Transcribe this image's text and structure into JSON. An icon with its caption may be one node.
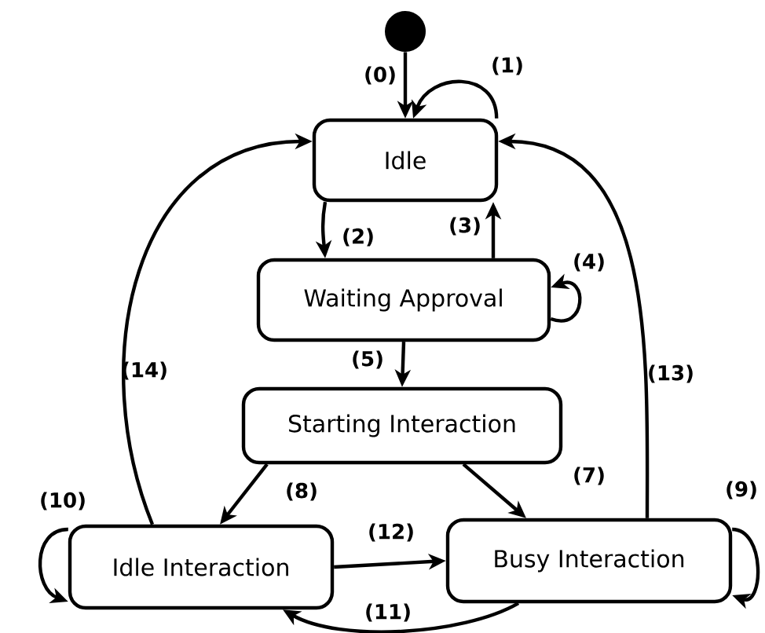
{
  "diagram": {
    "nodes": [
      {
        "text": [],
        "shape": "circle"
      },
      {
        "text": [
          "Idle"
        ]
      },
      {
        "text": [
          "Waiting Approval"
        ]
      },
      {
        "text": [
          "Starting Interaction"
        ]
      },
      {
        "text": [
          "Idle Interaction"
        ]
      },
      {
        "text": [
          "Busy Interaction"
        ]
      }
    ],
    "edges": [
      {
        "from": 0,
        "to": 1,
        "arrow": "to",
        "label": "(0)"
      },
      {
        "from": 1,
        "to": 1,
        "arrow": "to",
        "label": "(1)"
      },
      {
        "from": 1,
        "to": 2,
        "arrow": "to",
        "label": "(2)"
      },
      {
        "from": 2,
        "to": 1,
        "arrow": "to",
        "label": "(3)"
      },
      {
        "from": 2,
        "to": 2,
        "arrow": "to",
        "label": "(4)"
      },
      {
        "from": 2,
        "to": 3,
        "arrow": "to",
        "label": "(5)"
      },
      {
        "from": 3,
        "to": 5,
        "arrow": "to",
        "label": "(7)"
      },
      {
        "from": 3,
        "to": 4,
        "arrow": "to",
        "label": "(8)"
      },
      {
        "from": 5,
        "to": 5,
        "arrow": "to",
        "label": "(9)"
      },
      {
        "from": 4,
        "to": 4,
        "arrow": "to",
        "label": "(10)"
      },
      {
        "from": 5,
        "to": 4,
        "arrow": "to",
        "label": "(11)"
      },
      {
        "from": 4,
        "to": 5,
        "arrow": "to",
        "label": "(12)"
      },
      {
        "from": 5,
        "to": 1,
        "arrow": "to",
        "label": "(13)"
      },
      {
        "from": 4,
        "to": 1,
        "arrow": "to",
        "label": "(14)"
      }
    ]
  }
}
